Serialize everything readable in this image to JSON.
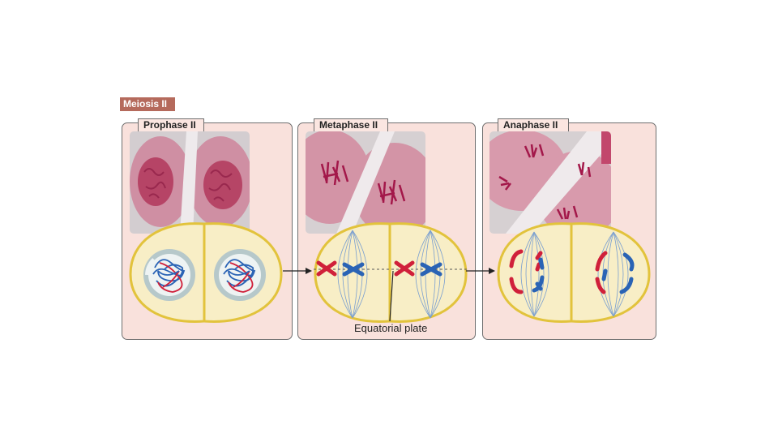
{
  "figure": {
    "title": "Meiosis II",
    "stages": [
      {
        "label": "Prophase II"
      },
      {
        "label": "Metaphase II"
      },
      {
        "label": "Anaphase II"
      }
    ],
    "annotation": "Equatorial plate"
  },
  "colors": {
    "title_tab": "#b56a5c",
    "panel_bg": "#f9e1dc",
    "cell_fill": "#f8eec6",
    "cell_outline": "#e2c33c",
    "chromosome_red": "#d0203a",
    "chromosome_blue": "#2a63b5",
    "spindle": "#7a9fd0",
    "micrograph_stain": "#c2476c"
  }
}
